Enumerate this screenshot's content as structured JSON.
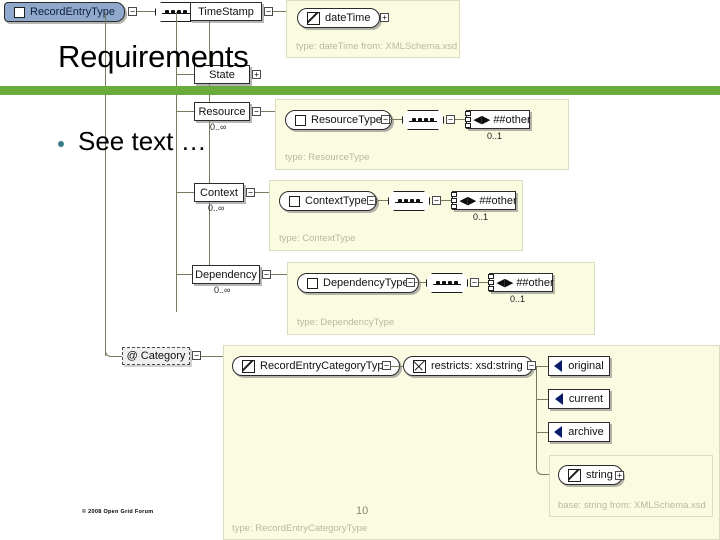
{
  "slide": {
    "title": "Requirements",
    "bullet": "See text …",
    "copyright": "© 2008 Open Grid Forum",
    "page_number": "10",
    "accent_bar_color": "#6aac3b",
    "bullet_dot_color": "#3d7b8c"
  },
  "diagram": {
    "root": {
      "label": "RecordEntryType",
      "node_color": "#8fa9cc",
      "toggle": "−"
    },
    "root_sequence": {
      "name": "sequence-compositor",
      "toggle": "−"
    },
    "branches": [
      {
        "name": "TimeStamp",
        "label": "TimeStamp",
        "occurs": "",
        "toggle": "−",
        "detail": {
          "type_caption": "type: dateTime from: XMLSchema.xsd",
          "nodes": [
            {
              "label": "dateTime",
              "glyph": "pencil-icon",
              "toggle": "+"
            }
          ]
        }
      },
      {
        "name": "State",
        "label": "State",
        "occurs": "",
        "toggle": "+",
        "detail": null
      },
      {
        "name": "Resource",
        "label": "Resource",
        "occurs": "0..∞",
        "toggle": "−",
        "detail": {
          "type_caption": "type: ResourceType",
          "nodes": [
            {
              "label": "ResourceType",
              "glyph": "checkbox-icon",
              "toggle": "−"
            },
            {
              "label": "",
              "glyph": "sequence-icon",
              "toggle": "−"
            },
            {
              "label": "##other",
              "glyph": "any-icon",
              "occurs": "0..1"
            }
          ]
        }
      },
      {
        "name": "Context",
        "label": "Context",
        "occurs": "0..∞",
        "toggle": "−",
        "detail": {
          "type_caption": "type: ContextType",
          "nodes": [
            {
              "label": "ContextType",
              "glyph": "checkbox-icon",
              "toggle": "−"
            },
            {
              "label": "",
              "glyph": "sequence-icon",
              "toggle": "−"
            },
            {
              "label": "##other",
              "glyph": "any-icon",
              "occurs": "0..1"
            }
          ]
        }
      },
      {
        "name": "Dependency",
        "label": "Dependency",
        "occurs": "0..∞",
        "toggle": "−",
        "detail": {
          "type_caption": "type: DependencyType",
          "nodes": [
            {
              "label": "DependencyType",
              "glyph": "checkbox-icon",
              "toggle": "−"
            },
            {
              "label": "",
              "glyph": "sequence-icon",
              "toggle": "−"
            },
            {
              "label": "##other",
              "glyph": "any-icon",
              "occurs": "0..1"
            }
          ]
        }
      },
      {
        "name": "Category",
        "label": "@ Category",
        "occurs": "",
        "toggle": "−",
        "is_attribute": true,
        "detail": {
          "type_caption": "type: RecordEntryCategoryType",
          "nodes": [
            {
              "label": "RecordEntryCategoryType",
              "glyph": "pencil-icon",
              "toggle": "−"
            },
            {
              "label": "restricts: xsd:string",
              "glyph": "restriction-icon",
              "toggle": "−"
            }
          ],
          "enumerations": [
            {
              "label": "original",
              "glyph": "enum-arrow-icon"
            },
            {
              "label": "current",
              "glyph": "enum-arrow-icon"
            },
            {
              "label": "archive",
              "glyph": "enum-arrow-icon"
            }
          ],
          "base": {
            "label": "string",
            "glyph": "pencil-icon",
            "toggle": "+",
            "caption": "base: string from: XMLSchema.xsd"
          }
        }
      }
    ]
  }
}
